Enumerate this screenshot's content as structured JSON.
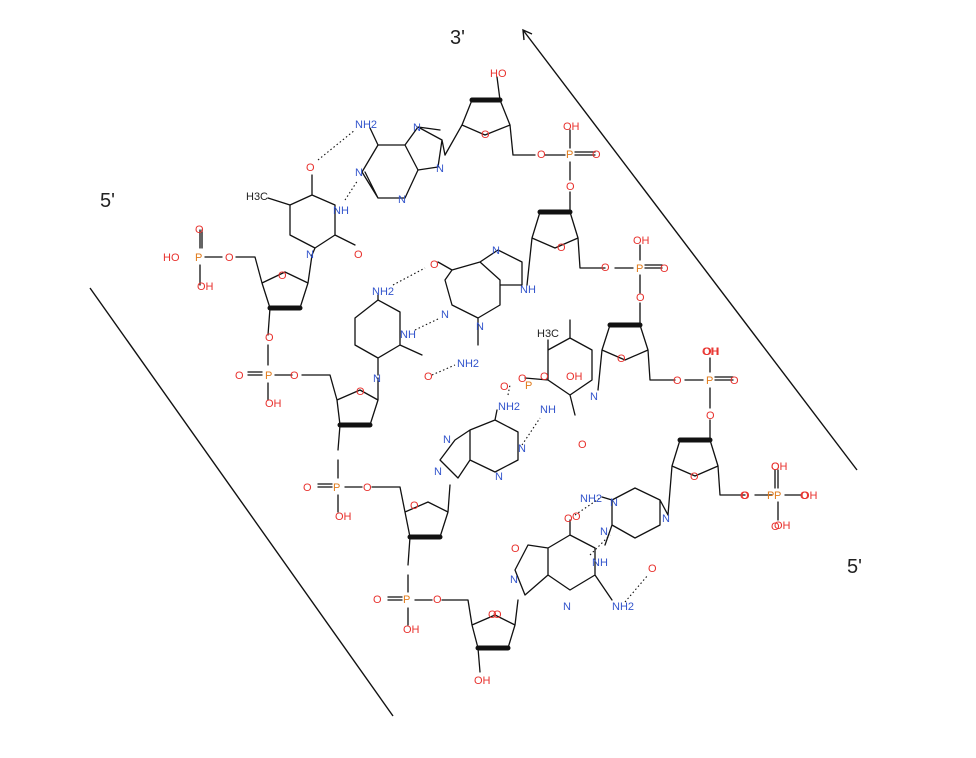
{
  "labels": {
    "top_3prime": "3'",
    "left_5prime": "5'",
    "right_5prime": "5'"
  },
  "atom_colors": {
    "oxygen": "#e8322e",
    "nitrogen": "#3355cc",
    "phosphorus": "#e07a1a",
    "carbon": "#222222"
  },
  "atoms": [
    {
      "t": "HO",
      "c": "oxygen"
    },
    {
      "t": "OH",
      "c": "oxygen"
    },
    {
      "t": "O",
      "c": "oxygen"
    },
    {
      "t": "P",
      "c": "phosphorus"
    },
    {
      "t": "O",
      "c": "oxygen"
    },
    {
      "t": "O",
      "c": "oxygen"
    },
    {
      "t": "O",
      "c": "oxygen"
    },
    {
      "t": "O",
      "c": "oxygen"
    },
    {
      "t": "OH",
      "c": "oxygen"
    },
    {
      "t": "P",
      "c": "phosphorus"
    },
    {
      "t": "O",
      "c": "oxygen"
    },
    {
      "t": "O",
      "c": "oxygen"
    },
    {
      "t": "O",
      "c": "oxygen"
    },
    {
      "t": "O",
      "c": "oxygen"
    },
    {
      "t": "OH",
      "c": "oxygen"
    },
    {
      "t": "P",
      "c": "phosphorus"
    },
    {
      "t": "O",
      "c": "oxygen"
    },
    {
      "t": "O",
      "c": "oxygen"
    },
    {
      "t": "O",
      "c": "oxygen"
    },
    {
      "t": "O",
      "c": "oxygen"
    },
    {
      "t": "OH",
      "c": "oxygen"
    },
    {
      "t": "P",
      "c": "phosphorus"
    },
    {
      "t": "O",
      "c": "oxygen"
    },
    {
      "t": "OH",
      "c": "oxygen"
    },
    {
      "t": "O",
      "c": "oxygen"
    },
    {
      "t": "NH2",
      "c": "nitrogen"
    },
    {
      "t": "N",
      "c": "nitrogen"
    },
    {
      "t": "N",
      "c": "nitrogen"
    },
    {
      "t": "N",
      "c": "nitrogen"
    },
    {
      "t": "N",
      "c": "nitrogen"
    },
    {
      "t": "O",
      "c": "oxygen"
    },
    {
      "t": "NH",
      "c": "nitrogen"
    },
    {
      "t": "O",
      "c": "oxygen"
    },
    {
      "t": "N",
      "c": "nitrogen"
    },
    {
      "t": "H3C",
      "c": "carbon"
    },
    {
      "t": "O",
      "c": "oxygen"
    },
    {
      "t": "HO",
      "c": "oxygen"
    },
    {
      "t": "P",
      "c": "phosphorus"
    },
    {
      "t": "O",
      "c": "oxygen"
    },
    {
      "t": "OH",
      "c": "oxygen"
    },
    {
      "t": "O",
      "c": "oxygen"
    },
    {
      "t": "O",
      "c": "oxygen"
    },
    {
      "t": "O",
      "c": "oxygen"
    },
    {
      "t": "P",
      "c": "phosphorus"
    },
    {
      "t": "O",
      "c": "oxygen"
    },
    {
      "t": "OH",
      "c": "oxygen"
    },
    {
      "t": "NH2",
      "c": "nitrogen"
    },
    {
      "t": "NH",
      "c": "nitrogen"
    },
    {
      "t": "O",
      "c": "oxygen"
    },
    {
      "t": "N",
      "c": "nitrogen"
    },
    {
      "t": "O",
      "c": "oxygen"
    },
    {
      "t": "N",
      "c": "nitrogen"
    },
    {
      "t": "N",
      "c": "nitrogen"
    },
    {
      "t": "NH",
      "c": "nitrogen"
    },
    {
      "t": "N",
      "c": "nitrogen"
    },
    {
      "t": "NH2",
      "c": "nitrogen"
    },
    {
      "t": "O",
      "c": "oxygen"
    },
    {
      "t": "O",
      "c": "oxygen"
    },
    {
      "t": "P",
      "c": "phosphorus"
    },
    {
      "t": "O",
      "c": "oxygen"
    },
    {
      "t": "OH",
      "c": "oxygen"
    },
    {
      "t": "H3C",
      "c": "carbon"
    },
    {
      "t": "O",
      "c": "oxygen"
    },
    {
      "t": "NH",
      "c": "nitrogen"
    },
    {
      "t": "O",
      "c": "oxygen"
    },
    {
      "t": "N",
      "c": "nitrogen"
    },
    {
      "t": "NH2",
      "c": "nitrogen"
    },
    {
      "t": "N",
      "c": "nitrogen"
    },
    {
      "t": "N",
      "c": "nitrogen"
    },
    {
      "t": "N",
      "c": "nitrogen"
    },
    {
      "t": "N",
      "c": "nitrogen"
    },
    {
      "t": "O",
      "c": "oxygen"
    },
    {
      "t": "O",
      "c": "oxygen"
    },
    {
      "t": "P",
      "c": "phosphorus"
    },
    {
      "t": "O",
      "c": "oxygen"
    },
    {
      "t": "OH",
      "c": "oxygen"
    },
    {
      "t": "O",
      "c": "oxygen"
    },
    {
      "t": "O",
      "c": "oxygen"
    },
    {
      "t": "P",
      "c": "phosphorus"
    },
    {
      "t": "O",
      "c": "oxygen"
    },
    {
      "t": "OH",
      "c": "oxygen"
    },
    {
      "t": "OH",
      "c": "oxygen"
    },
    {
      "t": "P",
      "c": "phosphorus"
    },
    {
      "t": "O",
      "c": "oxygen"
    },
    {
      "t": "OH",
      "c": "oxygen"
    },
    {
      "t": "O",
      "c": "oxygen"
    },
    {
      "t": "O",
      "c": "oxygen"
    },
    {
      "t": "O",
      "c": "oxygen"
    },
    {
      "t": "NH2",
      "c": "nitrogen"
    },
    {
      "t": "N",
      "c": "nitrogen"
    },
    {
      "t": "O",
      "c": "oxygen"
    },
    {
      "t": "N",
      "c": "nitrogen"
    },
    {
      "t": "O",
      "c": "oxygen"
    },
    {
      "t": "N",
      "c": "nitrogen"
    },
    {
      "t": "N",
      "c": "nitrogen"
    },
    {
      "t": "NH",
      "c": "nitrogen"
    },
    {
      "t": "N",
      "c": "nitrogen"
    },
    {
      "t": "NH2",
      "c": "nitrogen"
    },
    {
      "t": "O",
      "c": "oxygen"
    },
    {
      "t": "OH",
      "c": "oxygen"
    },
    {
      "t": "O",
      "c": "oxygen"
    }
  ]
}
